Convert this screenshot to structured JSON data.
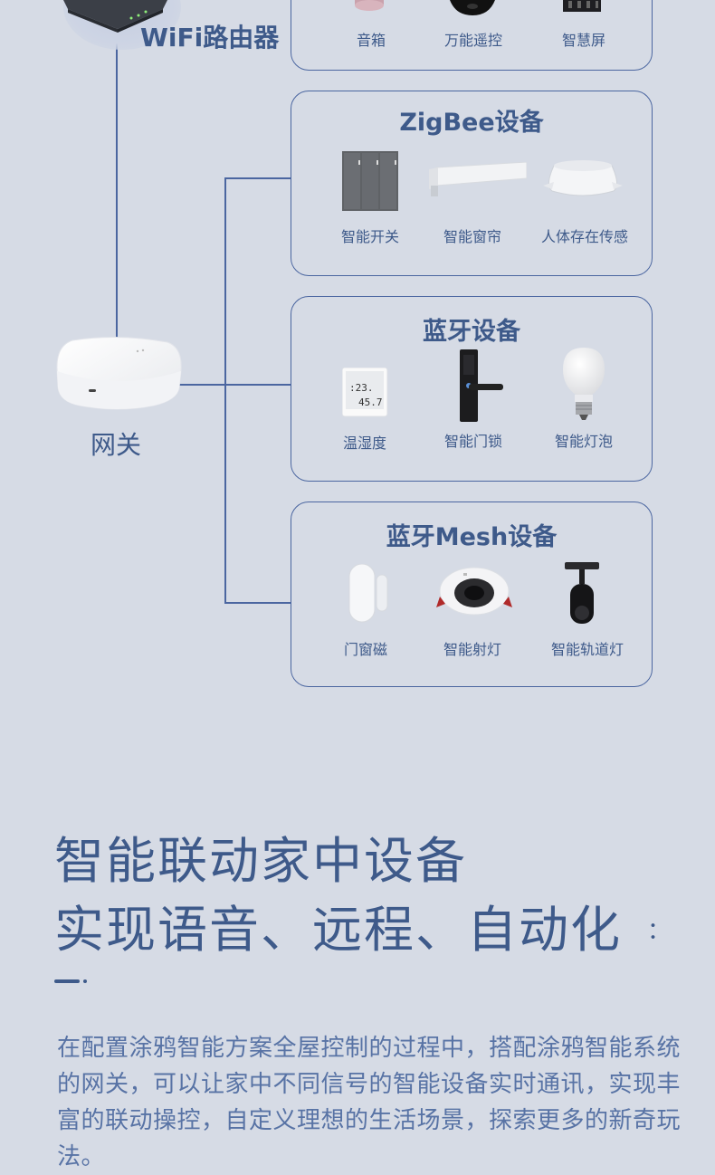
{
  "router": {
    "label": "WiFi路由器"
  },
  "gateway": {
    "label": "网关"
  },
  "wifi_card": {
    "devices": [
      {
        "label": "音箱",
        "icon": "speaker-icon"
      },
      {
        "label": "万能遥控",
        "icon": "remote-control-icon"
      },
      {
        "label": "智慧屏",
        "icon": "smart-screen-icon"
      }
    ]
  },
  "zigbee_card": {
    "title": "ZigBee设备",
    "devices": [
      {
        "label": "智能开关",
        "icon": "smart-switch-icon"
      },
      {
        "label": "智能窗帘",
        "icon": "smart-curtain-icon"
      },
      {
        "label": "人体存在传感",
        "icon": "presence-sensor-icon"
      }
    ]
  },
  "bluetooth_card": {
    "title": "蓝牙设备",
    "devices": [
      {
        "label": "温湿度",
        "icon": "thermo-hygrometer-icon"
      },
      {
        "label": "智能门锁",
        "icon": "door-lock-icon"
      },
      {
        "label": "智能灯泡",
        "icon": "light-bulb-icon"
      }
    ]
  },
  "mesh_card": {
    "title": "蓝牙Mesh设备",
    "devices": [
      {
        "label": "门窗磁",
        "icon": "door-window-sensor-icon"
      },
      {
        "label": "智能射灯",
        "icon": "spotlight-icon"
      },
      {
        "label": "智能轨道灯",
        "icon": "track-light-icon"
      }
    ]
  },
  "headline": {
    "line1": "智能联动家中设备",
    "line2": "实现语音、远程、自动化",
    "colon": "："
  },
  "description": "在配置涂鸦智能方案全屋控制的过程中，搭配涂鸦智能系统的网关，可以让家中不同信号的智能设备实时通讯，实现丰富的联动操控，自定义理想的生活场景，探索更多的新奇玩法。",
  "colors": {
    "background": "#d6dbe5",
    "accent": "#3e5a8a",
    "line": "#4b66a0"
  }
}
